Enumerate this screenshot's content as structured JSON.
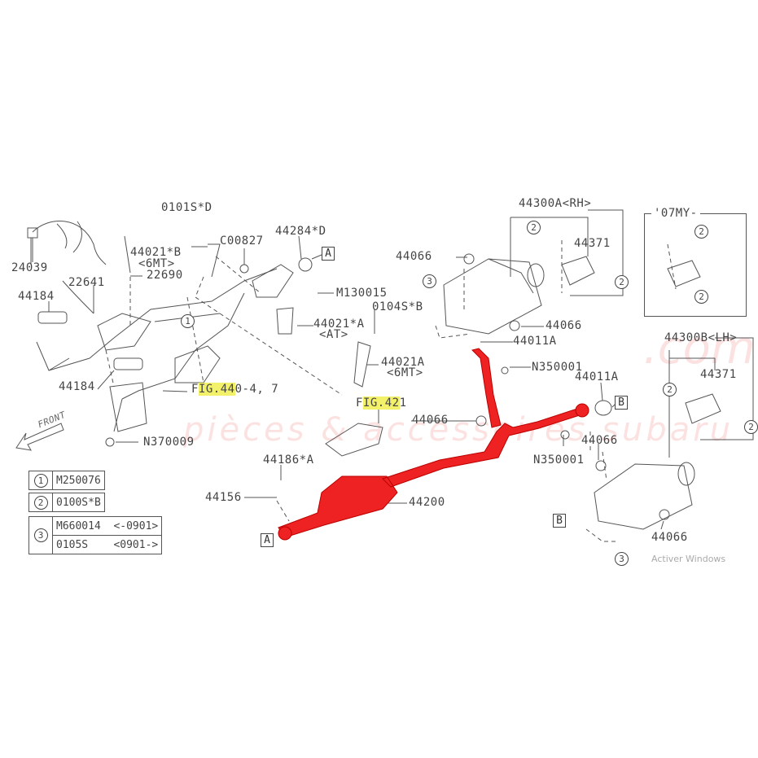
{
  "callouts": {
    "p0101sd": "0101S*D",
    "p44021b": "44021*B",
    "p44021b_note": "<6MT>",
    "pc00827": "C00827",
    "p44284d": "44284*D",
    "p24039": "24039",
    "p22690": "22690",
    "p22641": "22641",
    "p44184a": "44184",
    "pm130015": "M130015",
    "p0104sb": "0104S*B",
    "p44021a_star": "44021*A",
    "p44021a_star_note": "<AT>",
    "p44021a": "44021A",
    "p44021a_note": "<6MT>",
    "p44184b": "44184",
    "fig440_pre": "F",
    "fig440_hl": "IG.44",
    "fig440_post": "0-4, 7",
    "fig421_pre": "F",
    "fig421_hl": "IG.42",
    "fig421_post": "1",
    "pn370009": "N370009",
    "p44186a": "44186*A",
    "p44156": "44156",
    "p44200": "44200",
    "p44300a": "44300A<RH>",
    "p44066a": "44066",
    "p44371a": "44371",
    "p44066b": "44066",
    "p44011a_1": "44011A",
    "pn350001a": "N350001",
    "p44011a_2": "44011A",
    "p44066c": "44066",
    "pn350001b": "N350001",
    "p44066d": "44066",
    "p07my": "'07MY-",
    "p44300b": "44300B<LH>",
    "p44371b": "44371",
    "p44066e": "44066",
    "front": "FRONT"
  },
  "refs": {
    "A": "A",
    "B": "B",
    "one": "1",
    "two": "2",
    "three": "3"
  },
  "legend": [
    {
      "num": "1",
      "rows": [
        {
          "part": "M250076",
          "range": ""
        }
      ]
    },
    {
      "num": "2",
      "rows": [
        {
          "part": "0100S*B",
          "range": ""
        }
      ]
    },
    {
      "num": "3",
      "rows": [
        {
          "part": "M660014",
          "range": "<-0901>"
        },
        {
          "part": "0105S",
          "range": "<0901->"
        }
      ]
    }
  ],
  "watermark": {
    "line1": "pièces & accessoires subaru",
    "line2": ".com"
  },
  "system_overlay": "Activer Windows",
  "colors": {
    "highlight_part": "#ee2222",
    "line": "#555555",
    "fig_highlight": "#f3f06a"
  }
}
